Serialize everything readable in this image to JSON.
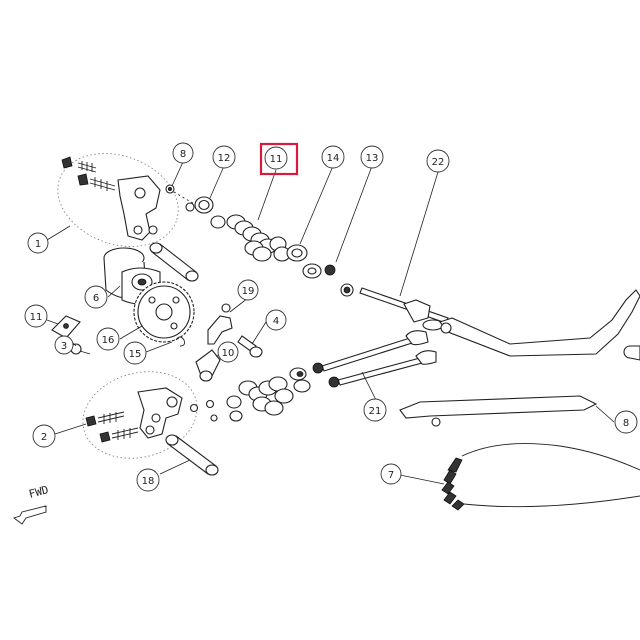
{
  "callouts": [
    {
      "id": "c1",
      "label": "1"
    },
    {
      "id": "c2",
      "label": "2"
    },
    {
      "id": "c3",
      "label": "3"
    },
    {
      "id": "c4",
      "label": "4"
    },
    {
      "id": "c6",
      "label": "6"
    },
    {
      "id": "c7",
      "label": "7"
    },
    {
      "id": "c8a",
      "label": "8"
    },
    {
      "id": "c8b",
      "label": "8"
    },
    {
      "id": "c10",
      "label": "10"
    },
    {
      "id": "c11a",
      "label": "11"
    },
    {
      "id": "c11b",
      "label": "11"
    },
    {
      "id": "c12",
      "label": "12"
    },
    {
      "id": "c13",
      "label": "13"
    },
    {
      "id": "c14",
      "label": "14"
    },
    {
      "id": "c15",
      "label": "15"
    },
    {
      "id": "c16",
      "label": "16"
    },
    {
      "id": "c18",
      "label": "18"
    },
    {
      "id": "c19",
      "label": "19"
    },
    {
      "id": "c21",
      "label": "21"
    },
    {
      "id": "c22",
      "label": "22"
    }
  ],
  "highlight": {
    "part": "11",
    "color": "#d81b3c"
  },
  "direction_marker": "FWD"
}
